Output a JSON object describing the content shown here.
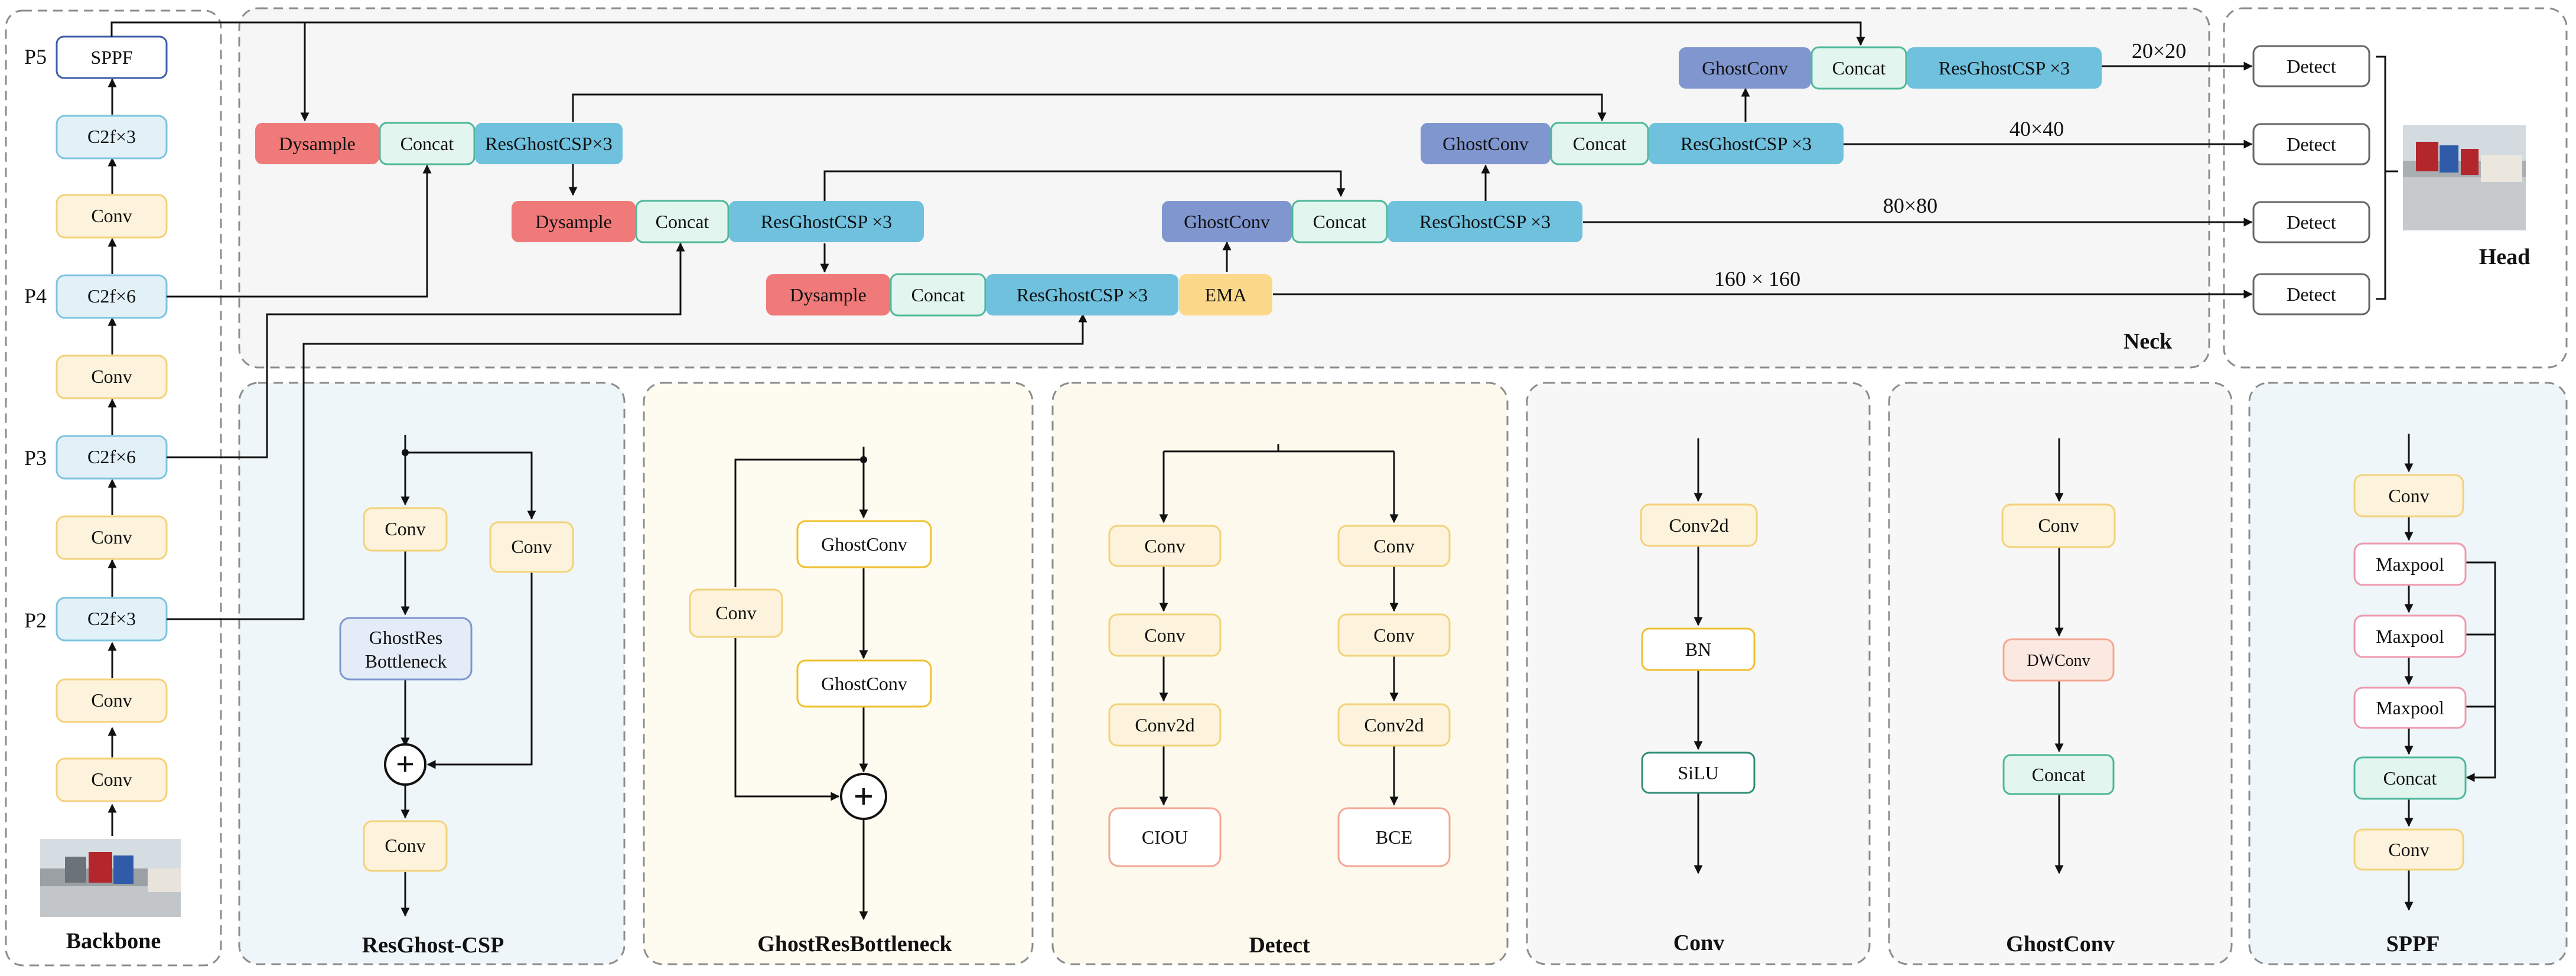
{
  "backbone": {
    "title": "Backbone",
    "nodes": [
      "SPPF",
      "C2f×3",
      "Conv",
      "C2f×6",
      "Conv",
      "C2f×6",
      "Conv",
      "C2f×3",
      "Conv",
      "Conv"
    ],
    "level_labels": [
      "P5",
      "P4",
      "P3",
      "P2"
    ]
  },
  "neck": {
    "title": "Neck",
    "dysample": "Dysample",
    "concat": "Concat",
    "resghost_a": "ResGhostCSP×3",
    "resghost_b": "ResGhostCSP ×3",
    "ghostconv": "GhostConv",
    "ema": "EMA"
  },
  "head": {
    "title": "Head",
    "detect": "Detect",
    "scales": [
      "20×20",
      "40×40",
      "80×80",
      "160 × 160"
    ]
  },
  "resghost_csp": {
    "title": "ResGhost-CSP",
    "conv": "Conv",
    "bottleneck": [
      "GhostRes",
      "Bottleneck"
    ],
    "add": "+"
  },
  "ghost_res_bottleneck": {
    "title": "GhostResBottleneck",
    "conv": "Conv",
    "ghostconv": "GhostConv",
    "add": "+"
  },
  "detect_panel": {
    "title": "Detect",
    "conv": "Conv",
    "conv2d": "Conv2d",
    "ciou": "CIOU",
    "bce": "BCE"
  },
  "conv_panel": {
    "title": "Conv",
    "conv2d": "Conv2d",
    "bn": "BN",
    "silu": "SiLU"
  },
  "ghostconv_panel": {
    "title": "GhostConv",
    "conv": "Conv",
    "dwconv": "DWConv",
    "concat": "Concat"
  },
  "sppf_panel": {
    "title": "SPPF",
    "conv": "Conv",
    "maxpool": "Maxpool",
    "concat": "Concat"
  },
  "colors": {
    "conv_fill": "#fdf3dc",
    "conv_stroke": "#f3d27a",
    "c2f_fill": "#e2f1f8",
    "c2f_stroke": "#7ec4df",
    "dysample": "#f07a7a",
    "concat_fill": "#e3f5ef",
    "concat_stroke": "#4fb89a",
    "resghost": "#6fc1de",
    "ghostconv_dark": "#7f96cf",
    "ema": "#fbd88a",
    "panel_blue": "#eff7fa",
    "panel_yellow": "#fefbf0",
    "panel_grey": "#f7f7f7"
  }
}
